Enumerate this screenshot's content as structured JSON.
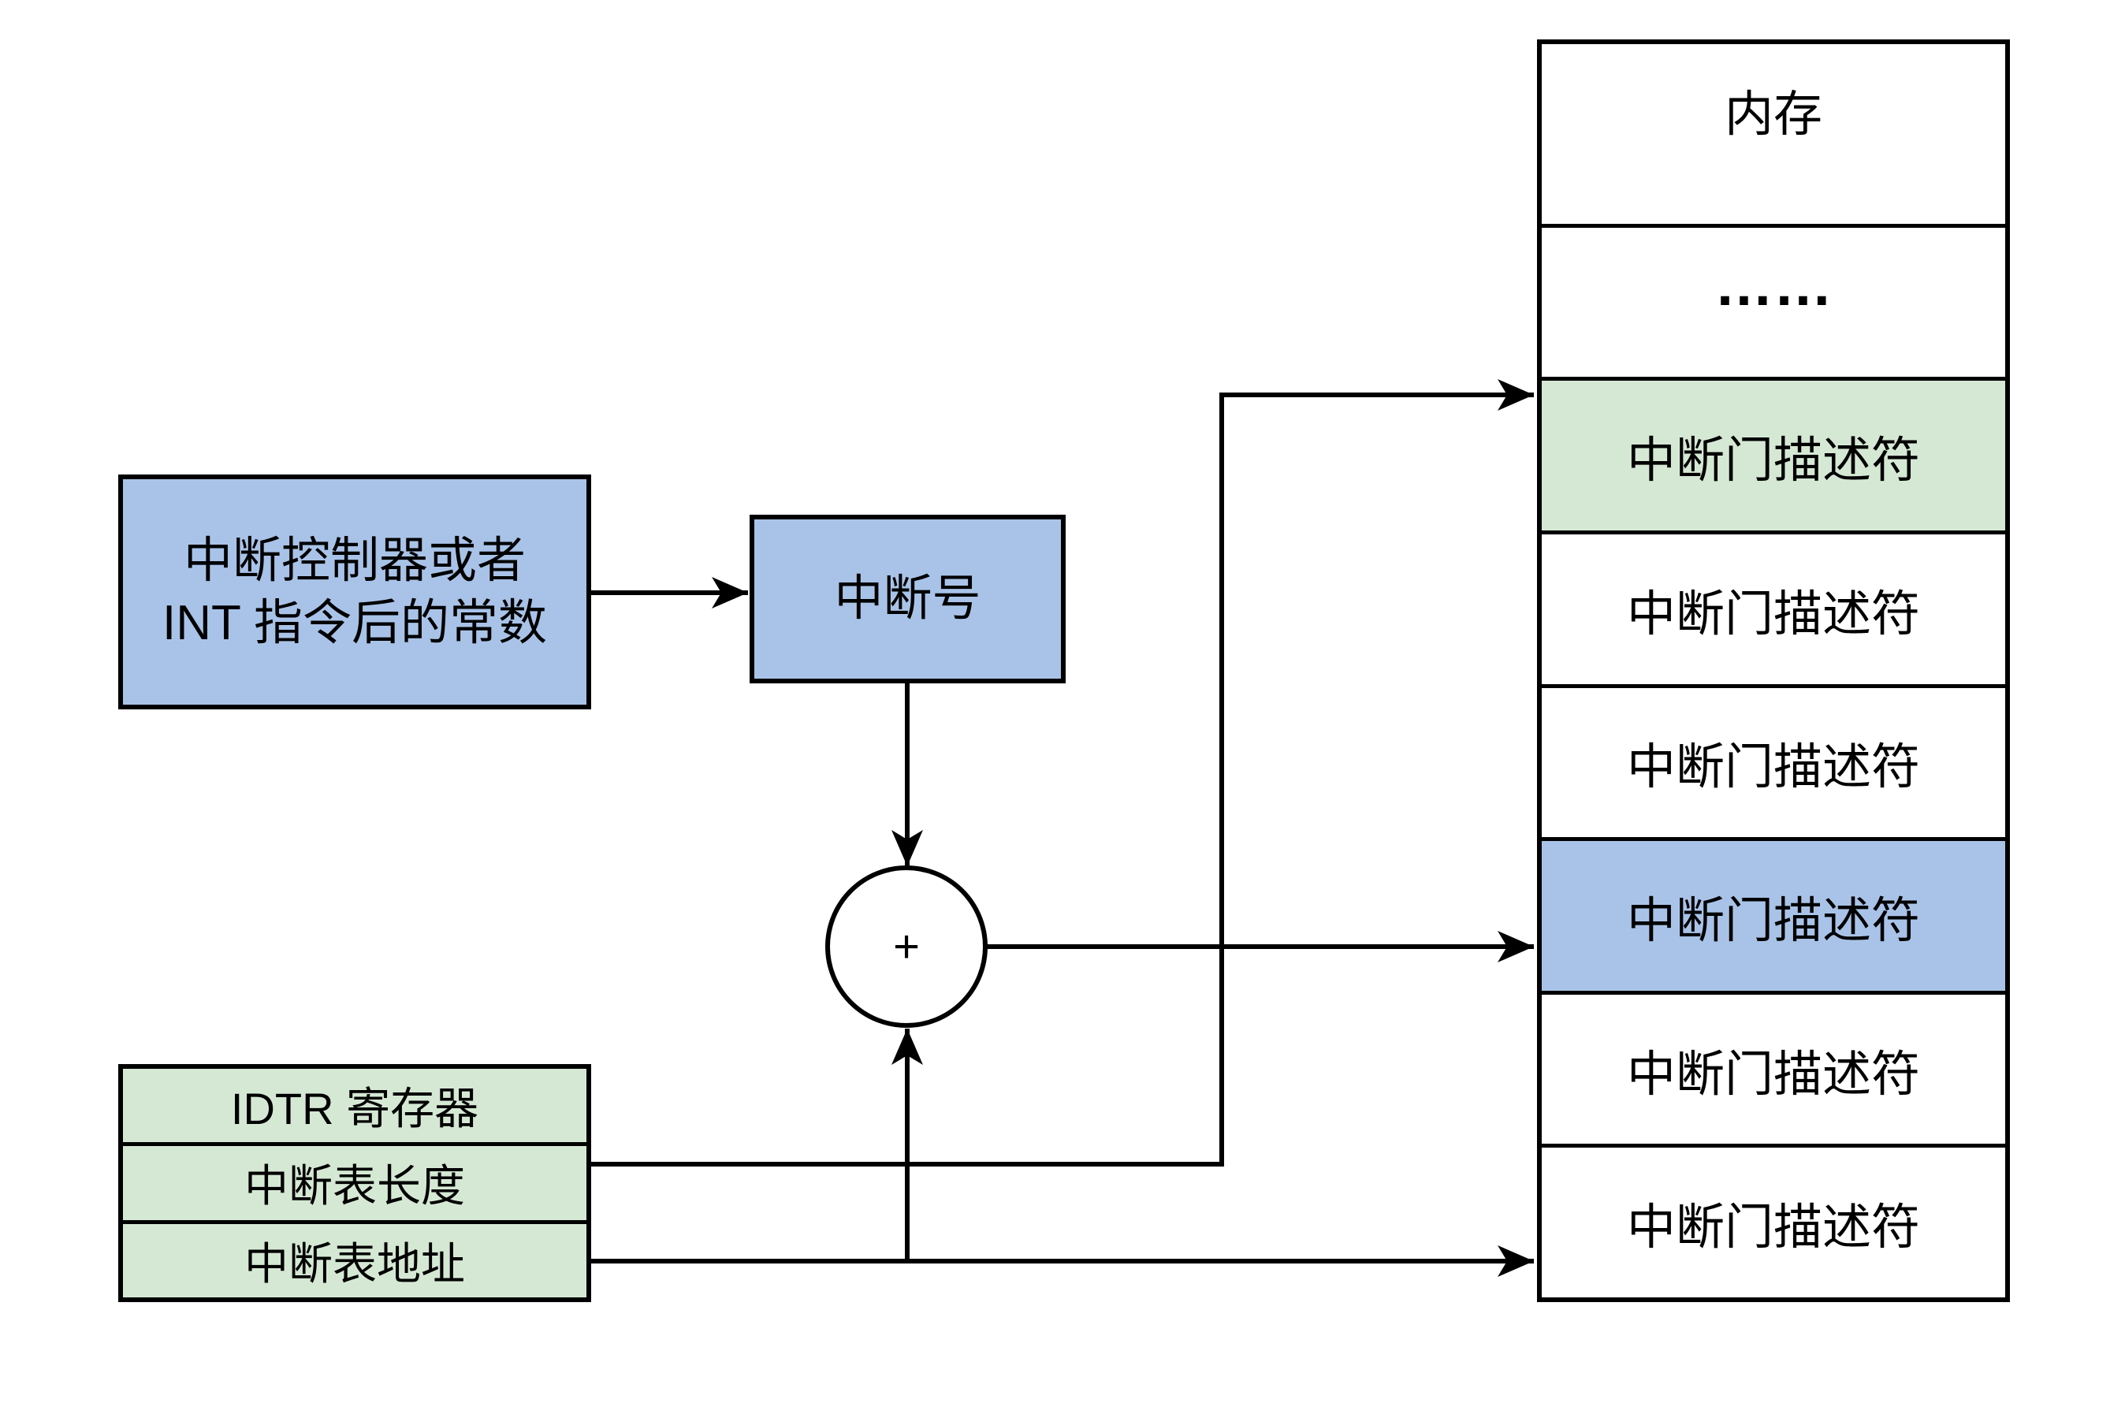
{
  "colors": {
    "background": "#ffffff",
    "box_blue": "#a9c3e8",
    "box_green": "#d5e8d4",
    "row_white": "#ffffff",
    "line_black": "#000000"
  },
  "source_box": {
    "line1": "中断控制器或者",
    "line2": "INT 指令后的常数"
  },
  "interrupt_number_box": {
    "label": "中断号"
  },
  "adder": {
    "symbol": "+"
  },
  "idtr_table": {
    "rows": [
      {
        "label": "IDTR 寄存器"
      },
      {
        "label": "中断表长度"
      },
      {
        "label": "中断表地址"
      }
    ]
  },
  "memory_table": {
    "header": "内存",
    "rows": [
      {
        "label": "……",
        "highlight": "white"
      },
      {
        "label": "中断门描述符",
        "highlight": "green"
      },
      {
        "label": "中断门描述符",
        "highlight": "white"
      },
      {
        "label": "中断门描述符",
        "highlight": "white"
      },
      {
        "label": "中断门描述符",
        "highlight": "blue"
      },
      {
        "label": "中断门描述符",
        "highlight": "white"
      },
      {
        "label": "中断门描述符",
        "highlight": "white"
      }
    ]
  }
}
